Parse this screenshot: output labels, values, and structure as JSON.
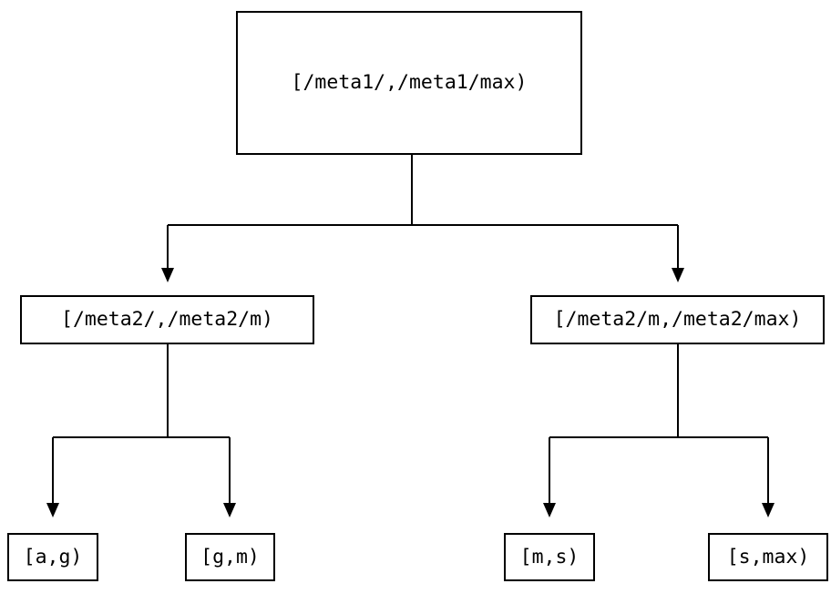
{
  "diagram": {
    "type": "binary-range-tree",
    "background_color": "#ffffff",
    "line_color": "#000000",
    "text_color": "#000000",
    "nodes": {
      "root": {
        "label": "[/meta1/,/meta1/max)"
      },
      "meta2_low": {
        "label": "[/meta2/,/meta2/m)"
      },
      "meta2_high": {
        "label": "[/meta2/m,/meta2/max)"
      },
      "leaf_ag": {
        "label": "[a,g)"
      },
      "leaf_gm": {
        "label": "[g,m)"
      },
      "leaf_ms": {
        "label": "[m,s)"
      },
      "leaf_smax": {
        "label": "[s,max)"
      }
    },
    "edges": [
      {
        "from": "root",
        "to": "meta2_low"
      },
      {
        "from": "root",
        "to": "meta2_high"
      },
      {
        "from": "meta2_low",
        "to": "leaf_ag"
      },
      {
        "from": "meta2_low",
        "to": "leaf_gm"
      },
      {
        "from": "meta2_high",
        "to": "leaf_ms"
      },
      {
        "from": "meta2_high",
        "to": "leaf_smax"
      }
    ]
  }
}
